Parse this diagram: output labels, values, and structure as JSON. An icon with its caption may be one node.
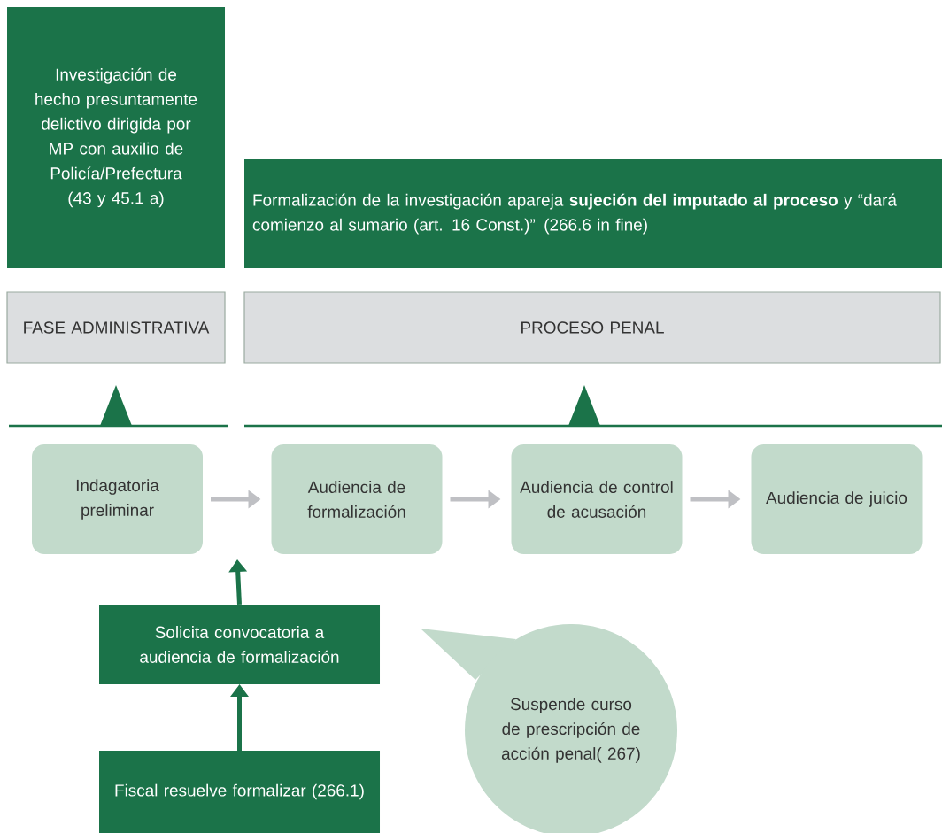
{
  "diagram": {
    "nodes": [
      {
        "text": [
          "Investigación de hecho presuntamente delictivo dirigida por MP con auxilio de Policía/Prefectura (43 y 45.1 a)"
        ]
      },
      {
        "text": [
          "Formalización de la investigación apareja **sujeción del imputado al proceso** y “dará comienzo al sumario (art. 16 Const.)” (266.6 in fine)"
        ]
      },
      {
        "text": [
          "FASE ADMINISTRATIVA"
        ]
      },
      {
        "text": [
          "PROCESO PENAL"
        ]
      },
      {
        "text": [
          "Indagatoria preliminar"
        ]
      },
      {
        "text": [
          "Audiencia de formalización"
        ]
      },
      {
        "text": [
          "Audiencia de control de acusación"
        ]
      },
      {
        "text": [
          "Audiencia de juicio"
        ]
      },
      {
        "text": [
          "Solicita convocatoria a audiencia de formalización"
        ]
      },
      {
        "text": [
          "Fiscal resuelve formalizar (266.1)"
        ]
      },
      {
        "text": [
          "Suspende curso de prescripción de acción penal( 267)"
        ]
      }
    ],
    "edges": [
      {
        "from": 4,
        "to": 5,
        "arrow": "to"
      },
      {
        "from": 5,
        "to": 6,
        "arrow": "to"
      },
      {
        "from": 6,
        "to": 7,
        "arrow": "to"
      },
      {
        "from": 8,
        "to": null,
        "arrow": "to",
        "color": "#1b7349"
      },
      {
        "from": 9,
        "to": 8,
        "arrow": "to",
        "color": "#1b7349"
      }
    ]
  }
}
